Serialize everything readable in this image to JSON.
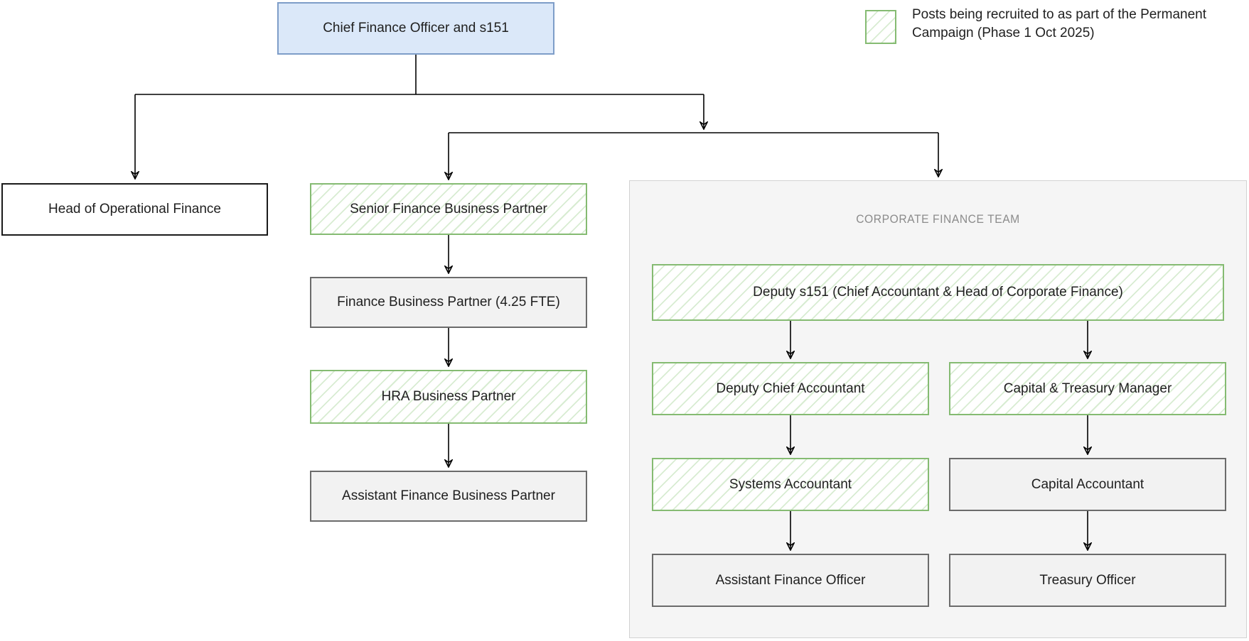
{
  "legend": {
    "label": "Posts being recruited to as part of the Permanent Campaign (Phase 1 Oct 2025)"
  },
  "team": {
    "title": "CORPORATE FINANCE TEAM"
  },
  "nodes": {
    "cfo": "Chief Finance Officer and s151",
    "head_operational_finance": "Head of Operational Finance",
    "senior_fbp": "Senior Finance Business Partner",
    "fbp": "Finance Business Partner (4.25 FTE)",
    "hra_bp": "HRA Business Partner",
    "assistant_fbp": "Assistant Finance Business Partner",
    "deputy_s151": "Deputy s151 (Chief Accountant & Head of Corporate Finance)",
    "deputy_chief_accountant": "Deputy Chief Accountant",
    "capital_treasury_manager": "Capital & Treasury Manager",
    "systems_accountant": "Systems Accountant",
    "capital_accountant": "Capital Accountant",
    "assistant_finance_officer": "Assistant Finance Officer",
    "treasury_officer": "Treasury Officer"
  },
  "colors": {
    "recruit_border": "#85bb72",
    "recruit_hatch": "#d8ecd2",
    "cfo_fill": "#dbe8f9",
    "cfo_border": "#7e9dc8",
    "gray_fill": "#f2f2f2",
    "gray_border": "#6b6b6b",
    "container_fill": "#f5f5f5",
    "container_border": "#d2d2d2"
  }
}
